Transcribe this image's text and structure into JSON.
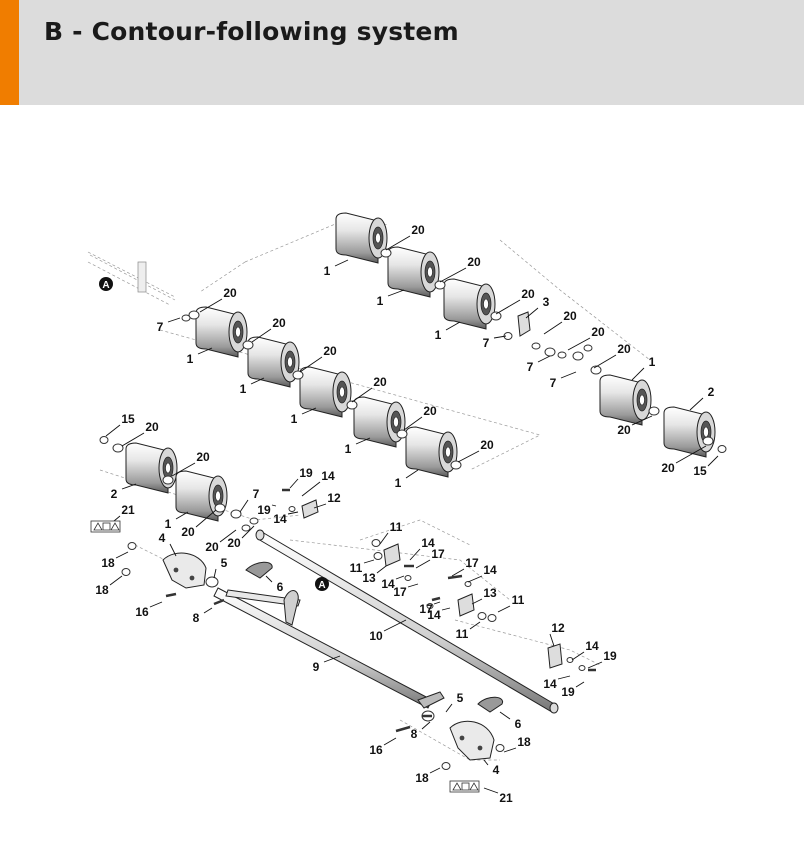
{
  "header": {
    "title": "B - Contour-following system",
    "accent_color": "#f07d00",
    "background_color": "#dcdcdc"
  },
  "diagram": {
    "ref_marker": "A",
    "part_numbers": [
      "1",
      "2",
      "3",
      "4",
      "5",
      "6",
      "7",
      "8",
      "9",
      "10",
      "11",
      "12",
      "13",
      "14",
      "15",
      "16",
      "17",
      "18",
      "19",
      "20",
      "21"
    ]
  }
}
